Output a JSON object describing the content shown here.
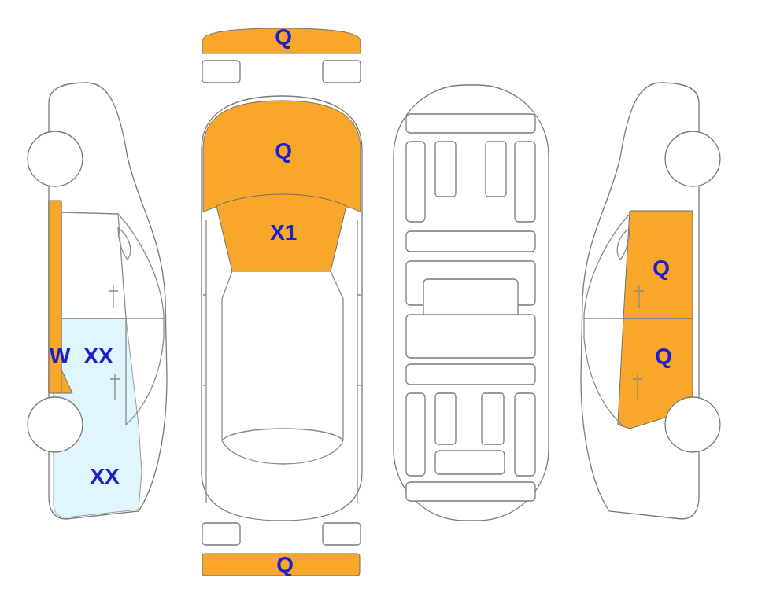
{
  "diagram": {
    "labels": [
      "Q",
      "Q",
      "X1",
      "W",
      "XX",
      "XX",
      "Q",
      "Q",
      "Q"
    ]
  }
}
